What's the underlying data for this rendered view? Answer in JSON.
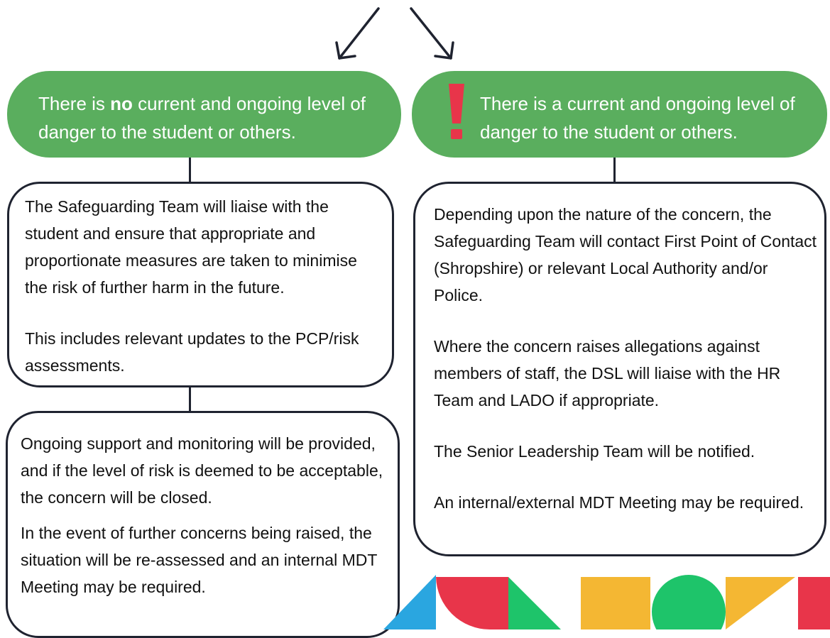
{
  "left_pill": {
    "text_before": "There is ",
    "emphasis": "no",
    "text_after": " current and ongoing level of danger to the student or others."
  },
  "right_pill": {
    "alert_icon": "exclamation-icon",
    "text": "There is a current and ongoing level of danger to the student or others."
  },
  "left_box_1": {
    "p1": "The Safeguarding Team will liaise with the student and ensure that appropriate and proportionate measures are taken to minimise the risk of further harm in the future.",
    "p2": "This includes relevant updates to the PCP/risk assessments."
  },
  "left_box_2": {
    "p1": "Ongoing support and monitoring will be provided, and if the level of risk is deemed to be acceptable, the concern will be closed.",
    "p2": "In the event of further concerns being raised, the situation will be re-assessed and an internal MDT Meeting may be required."
  },
  "right_box": {
    "p1": "Depending upon the nature of the concern, the Safeguarding Team will contact First Point of Contact (Shropshire) or relevant Local Authority and/or Police.",
    "p2": "Where the concern raises allegations against members of staff, the DSL will liaise with the HR Team and LADO if appropriate.",
    "p3": "The Senior Leadership Team will be notified.",
    "p4": "An internal/external MDT Meeting may be required."
  },
  "colors": {
    "green": "#5aae5e",
    "alert_red": "#e8354a",
    "border": "#1f2330",
    "deco_blue": "#2aa6e0",
    "deco_red": "#e8354a",
    "deco_green": "#1ec46a",
    "deco_yellow": "#f4b733"
  }
}
